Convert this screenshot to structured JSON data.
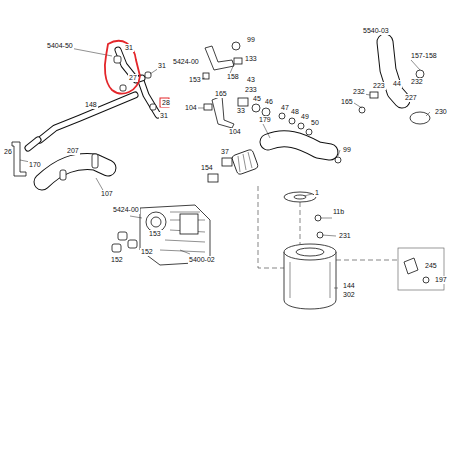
{
  "diagram": {
    "labels": [
      "5404-50",
      "31",
      "27",
      "31",
      "5424-00",
      "31",
      "28",
      "148",
      "207",
      "170",
      "26",
      "107",
      "99",
      "133",
      "158",
      "153",
      "43",
      "233",
      "165",
      "104",
      "33",
      "45",
      "46",
      "47",
      "48",
      "49",
      "50",
      "104",
      "179",
      "37",
      "154",
      "99",
      "1",
      "5540-03",
      "157-158",
      "232",
      "223",
      "44",
      "232",
      "165",
      "227",
      "230",
      "5424-00",
      "5400-02",
      "153",
      "152",
      "152",
      "11b",
      "231",
      "144",
      "302",
      "245",
      "197"
    ]
  }
}
